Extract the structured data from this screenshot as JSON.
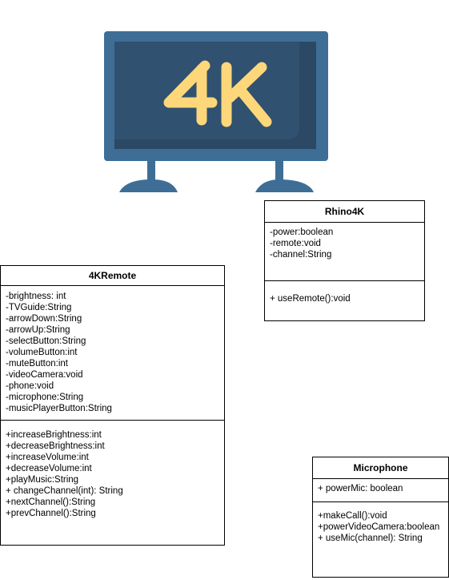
{
  "tv_icon": {
    "badge_text": "4K",
    "colors": {
      "frame": "#3e6e96",
      "screen": "#30516f",
      "screen_shadow": "#2b4964",
      "text": "#fdd77a",
      "stand": "#3e6e96"
    }
  },
  "classes": {
    "rhino4k": {
      "name": "Rhino4K",
      "attributes": [
        "-power:boolean",
        "-remote:void",
        "-channel:String"
      ],
      "methods": [
        "+ useRemote():void"
      ]
    },
    "remote4k": {
      "name": "4KRemote",
      "attributes": [
        "-brightness: int",
        "-TVGuide:String",
        "-arrowDown:String",
        "-arrowUp:String",
        "-selectButton:String",
        "-volumeButton:int",
        "-muteButton:int",
        "-videoCamera:void",
        "-phone:void",
        "-microphone:String",
        "-musicPlayerButton:String"
      ],
      "methods": [
        "+increaseBrightness:int",
        "+decreaseBrightness:int",
        "+increaseVolume:int",
        "+decreaseVolume:int",
        "+playMusic:String",
        "+ changeChannel(int): String",
        "+nextChannel():String",
        "+prevChannel():String"
      ]
    },
    "microphone": {
      "name": "Microphone",
      "attributes": [
        "+ powerMic: boolean"
      ],
      "methods": [
        "+makeCall():void",
        "+powerVideoCamera:boolean",
        "+ useMic(channel): String"
      ]
    }
  }
}
